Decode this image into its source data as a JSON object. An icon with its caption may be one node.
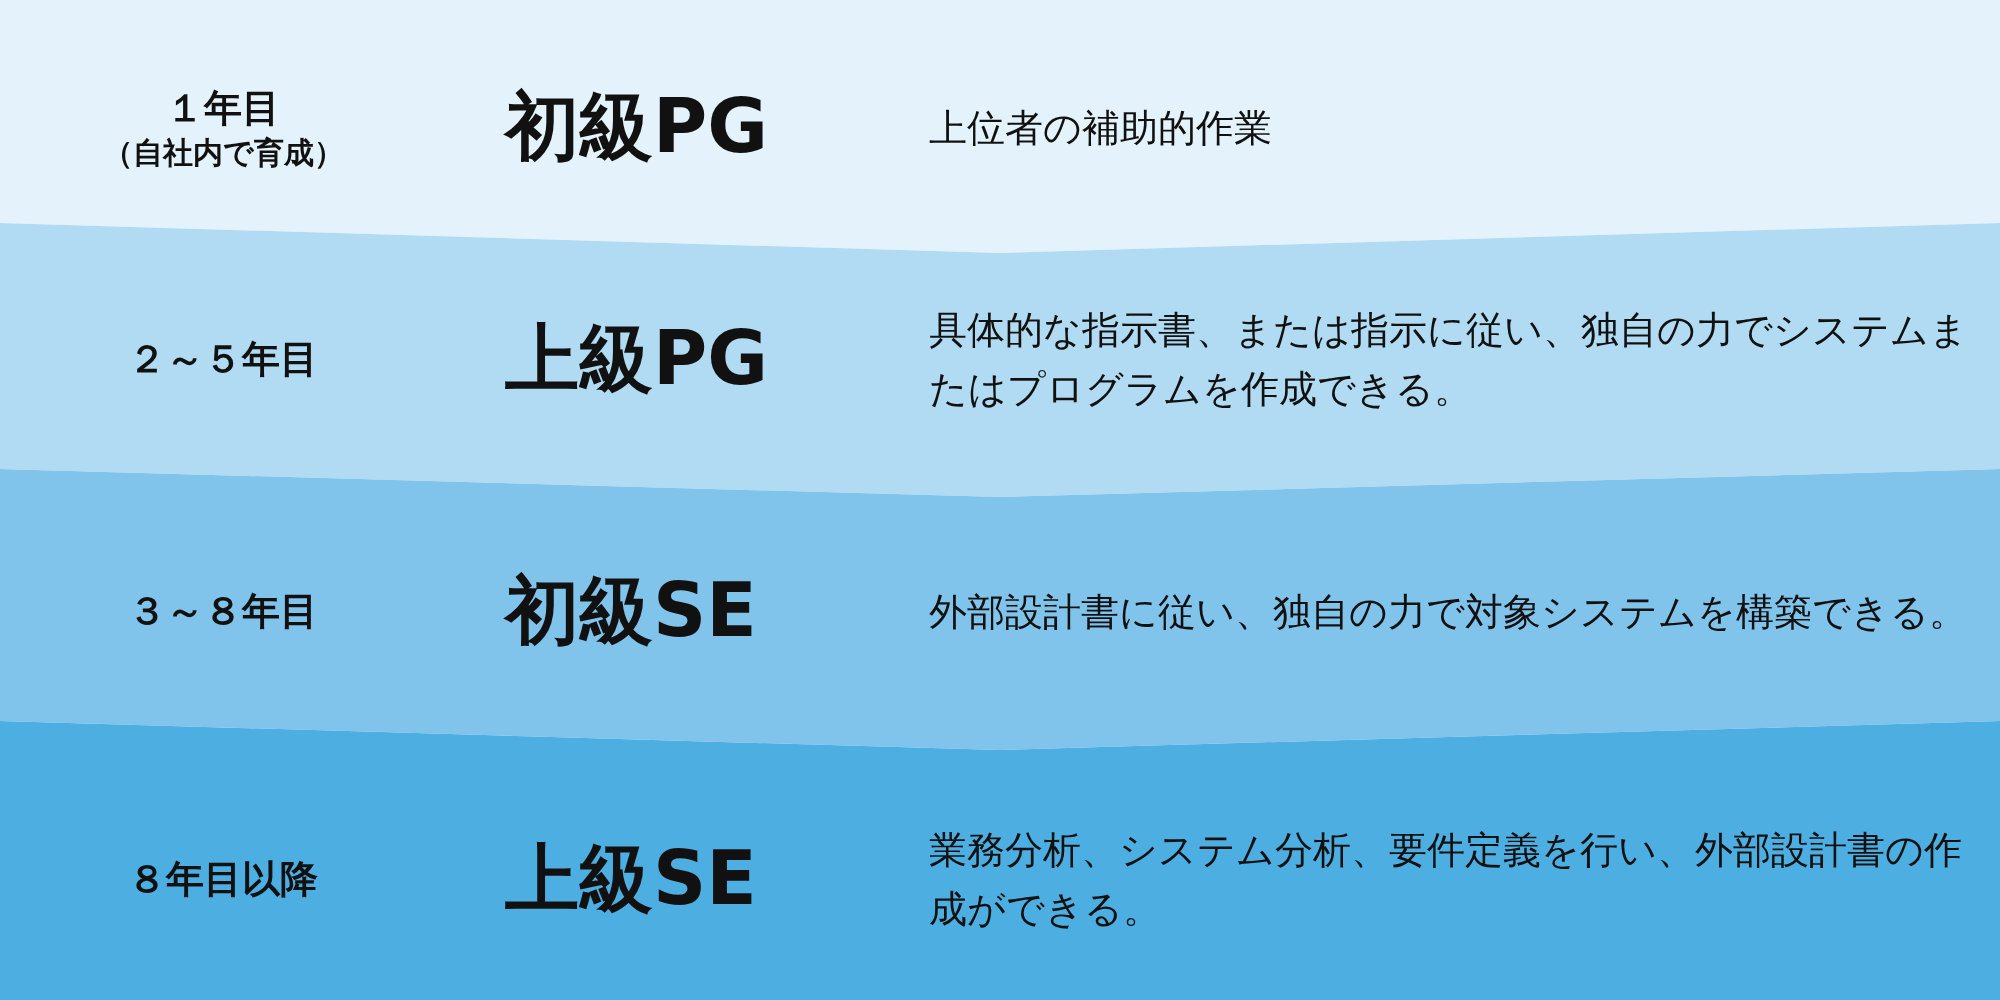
{
  "diagram": {
    "nodes": [
      {
        "text": [
          "１年目",
          "（自社内で育成）",
          "初級PG",
          "上位者の補助的作業"
        ]
      },
      {
        "text": [
          "２～５年目",
          "上級PG",
          "具体的な指示書、または指示に従い、独自の力でシステムまたはプログラムを作成できる。"
        ]
      },
      {
        "text": [
          "３～８年目",
          "初級SE",
          "外部設計書に従い、独自の力で対象システムを構築できる。"
        ]
      },
      {
        "text": [
          "８年目以降",
          "上級SE",
          "業務分析、システム分析、要件定義を行い、外部設計書の作成ができる。"
        ]
      }
    ]
  }
}
